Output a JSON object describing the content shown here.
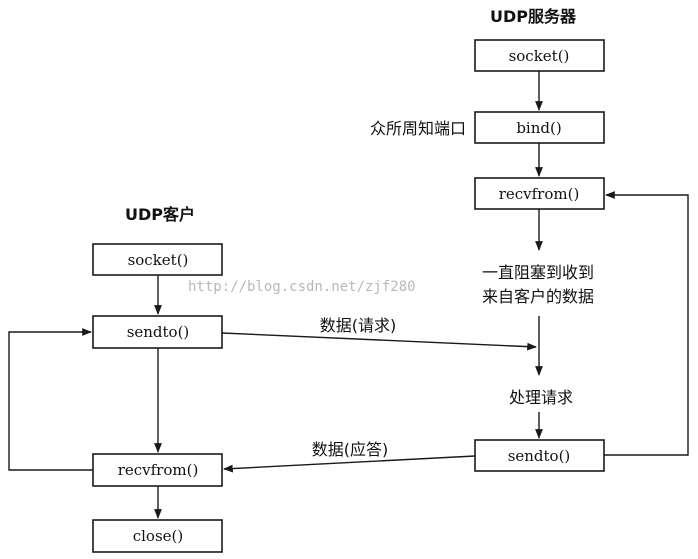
{
  "server": {
    "title": "UDP服务器",
    "socket": "socket()",
    "bind": "bind()",
    "bind_note": "众所周知端口",
    "recvfrom": "recvfrom()",
    "block_note_1": "一直阻塞到收到",
    "block_note_2": "来自客户的数据",
    "process_note": "处理请求",
    "sendto": "sendto()"
  },
  "client": {
    "title": "UDP客户",
    "socket": "socket()",
    "sendto": "sendto()",
    "recvfrom": "recvfrom()",
    "close": "close()"
  },
  "messages": {
    "request": "数据(请求)",
    "reply": "数据(应答)"
  },
  "watermark": "http://blog.csdn.net/zjf280"
}
